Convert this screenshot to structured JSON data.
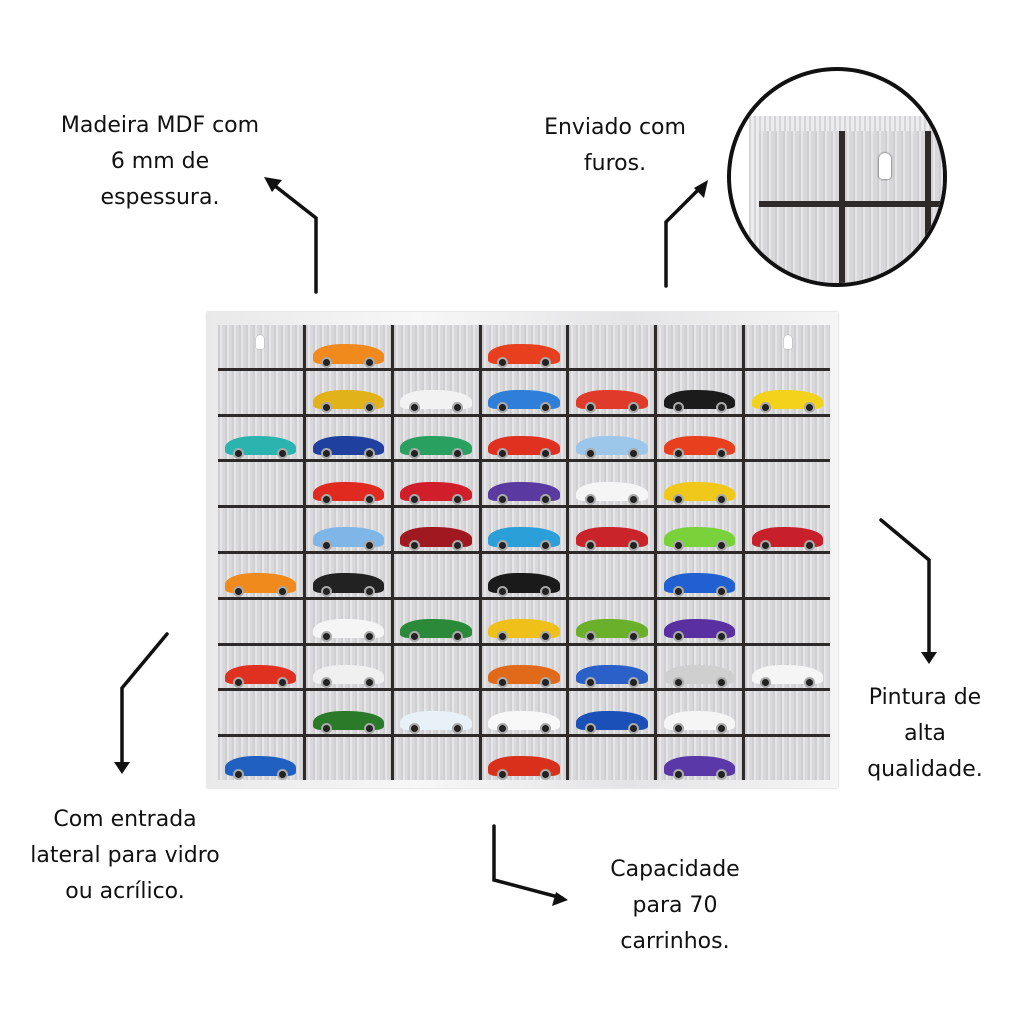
{
  "annotations": {
    "mdf": "Madeira MDF com 6 mm de espessura.",
    "holes": "Enviado com furos.",
    "paint": "Pintura de alta qualidade.",
    "side_entry": "Com entrada lateral para vidro ou acrílico.",
    "capacity": "Capacidade para 70 carrinhos."
  },
  "shelf": {
    "columns": 7,
    "rows": 10,
    "cars": [
      [
        null,
        "#f08a1c",
        null,
        "#e8401f",
        null,
        null,
        null
      ],
      [
        null,
        "#e2b21b",
        "#f2f2f2",
        "#2f7fd8",
        "#e03a2a",
        "#1b1b1b",
        "#f2d21a"
      ],
      [
        "#2bb3b0",
        "#2040a0",
        "#2aa060",
        "#e03020",
        "#9cc7ea",
        "#e8401f",
        null
      ],
      [
        null,
        "#e02a20",
        "#d01f2a",
        "#5a3aa0",
        "#f5f5f5",
        "#f0c81a",
        null
      ],
      [
        null,
        "#7fb6e8",
        "#a01820",
        "#2a9fd8",
        "#c8242a",
        "#7ad23a",
        "#c8202a"
      ],
      [
        "#f08a1c",
        "#222222",
        null,
        "#1a1a1a",
        null,
        "#2060d0",
        null
      ],
      [
        null,
        "#f5f5f5",
        "#2a8a3a",
        "#f0c01a",
        "#6ab02a",
        "#5a30a0",
        null
      ],
      [
        "#e03020",
        "#f0f0f0",
        null,
        "#e06a1a",
        "#2a60c8",
        "#cfcfcf",
        "#f5f5f5"
      ],
      [
        null,
        "#2a7a2a",
        "#e8f0f8",
        "#f8f8f8",
        "#1a50b8",
        "#f5f5f5",
        null
      ],
      [
        "#2060c0",
        null,
        null,
        "#d8301a",
        null,
        "#5a38a8",
        null
      ]
    ]
  }
}
